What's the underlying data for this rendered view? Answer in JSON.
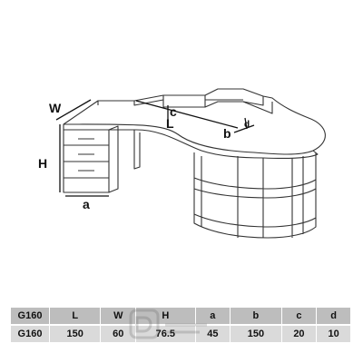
{
  "dimension_labels": {
    "width": "W",
    "height": "H",
    "depth_a": "a",
    "length": "L",
    "depth_b": "b",
    "depth_c": "c",
    "depth_d": "d"
  },
  "table": {
    "headers": [
      "G160",
      "L",
      "W",
      "H",
      "a",
      "b",
      "c",
      "d"
    ],
    "values": [
      "G160",
      "150",
      "60",
      "76.5",
      "45",
      "150",
      "20",
      "10"
    ]
  },
  "colors": {
    "line": "#333333",
    "header_row": "#bdbdbd",
    "value_row": "#dadada"
  },
  "icons": {
    "watermark": "brand-logo-watermark"
  }
}
